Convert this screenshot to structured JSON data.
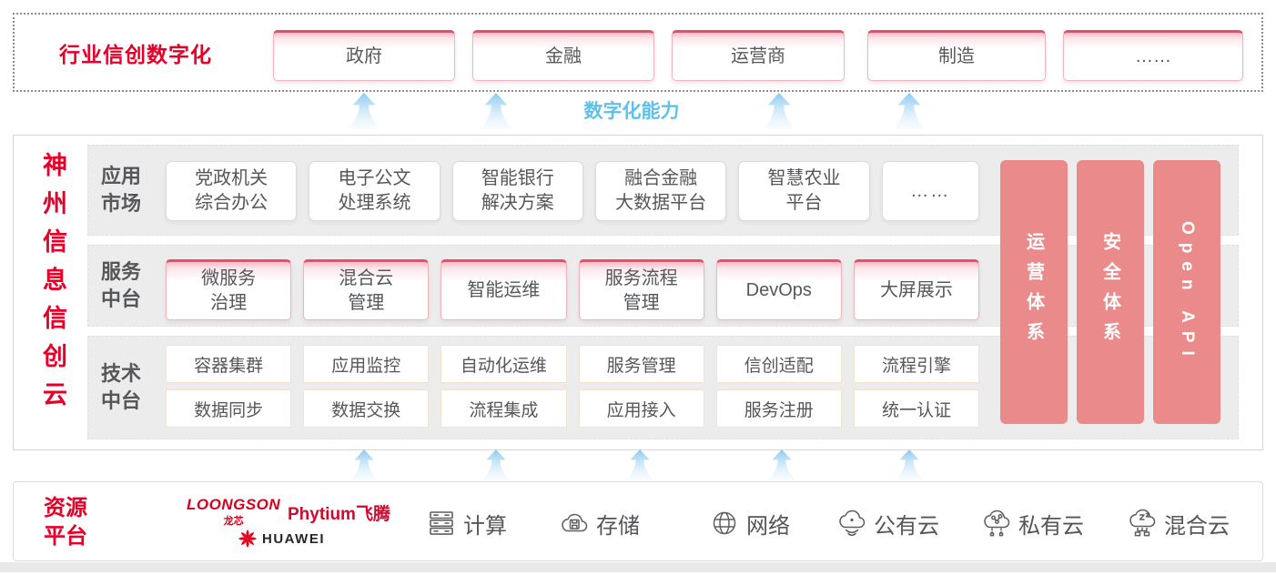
{
  "colors": {
    "brand_red": "#e60028",
    "box_top_red": "#e84f66",
    "side_bar_pink": "#eb8a8a",
    "capability_blue": "#5ec1ea",
    "text_dark": "#56575b"
  },
  "top_section": {
    "title": "行业信创数字化",
    "industries": [
      "政府",
      "金融",
      "运营商",
      "制造",
      "……"
    ]
  },
  "capability_label": "数字化能力",
  "platform": {
    "vertical_title": "神州信息信创云",
    "app_row": {
      "label": "应用\n市场",
      "boxes": [
        "党政机关\n综合办公",
        "电子公文\n处理系统",
        "智能银行\n解决方案",
        "融合金融\n大数据平台",
        "智慧农业\n平台",
        "……"
      ]
    },
    "service_row": {
      "label": "服务\n中台",
      "boxes": [
        "微服务\n治理",
        "混合云\n管理",
        "智能运维",
        "服务流程\n管理",
        "DevOps",
        "大屏展示"
      ]
    },
    "tech_row": {
      "label": "技术\n中台",
      "boxes_top": [
        "容器集群",
        "应用监控",
        "自动化运维",
        "服务管理",
        "信创适配",
        "流程引擎"
      ],
      "boxes_bottom": [
        "数据同步",
        "数据交换",
        "流程集成",
        "应用接入",
        "服务注册",
        "统一认证"
      ]
    },
    "side_bars": [
      "运营体系",
      "安全体系",
      "Open API"
    ]
  },
  "resource_section": {
    "label": "资源\n平台",
    "logos": {
      "loongson_en": "LOONGSON",
      "loongson_cn": "龙芯",
      "phytium_en": "Phytium",
      "phytium_cn": "飞腾",
      "huawei": "HUAWEI"
    },
    "items": [
      {
        "icon": "compute-server-icon",
        "label": "计算"
      },
      {
        "icon": "storage-cloud-icon",
        "label": "存储"
      },
      {
        "icon": "network-globe-icon",
        "label": "网络"
      },
      {
        "icon": "public-cloud-icon",
        "label": "公有云"
      },
      {
        "icon": "private-cloud-icon",
        "label": "私有云"
      },
      {
        "icon": "hybrid-cloud-icon",
        "label": "混合云"
      }
    ]
  }
}
